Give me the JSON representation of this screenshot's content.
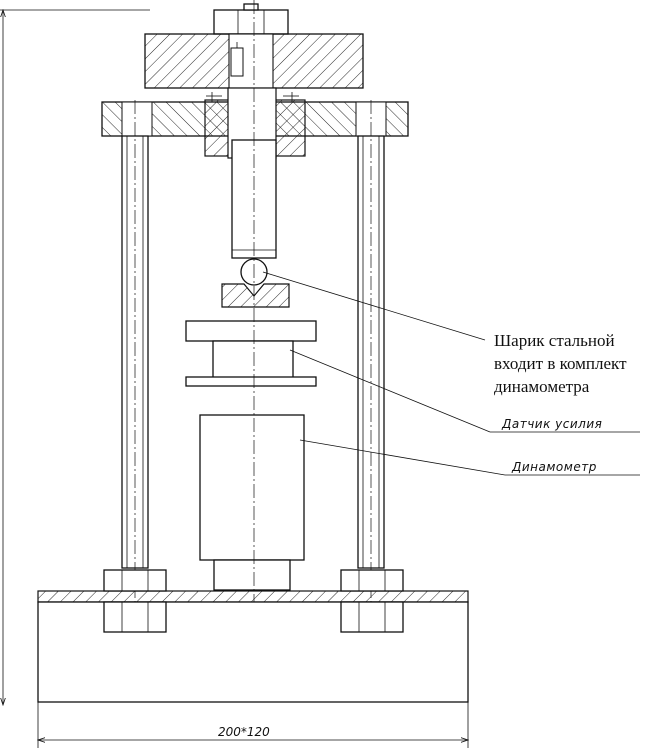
{
  "labels": {
    "ball_line1": "Шарик стальной",
    "ball_line2": "входит в комплект",
    "ball_line3": "динамометра",
    "force_sensor": "Датчик усилия",
    "dynamometer": "Динамометр"
  },
  "dimensions": {
    "base_size": "200*120"
  }
}
